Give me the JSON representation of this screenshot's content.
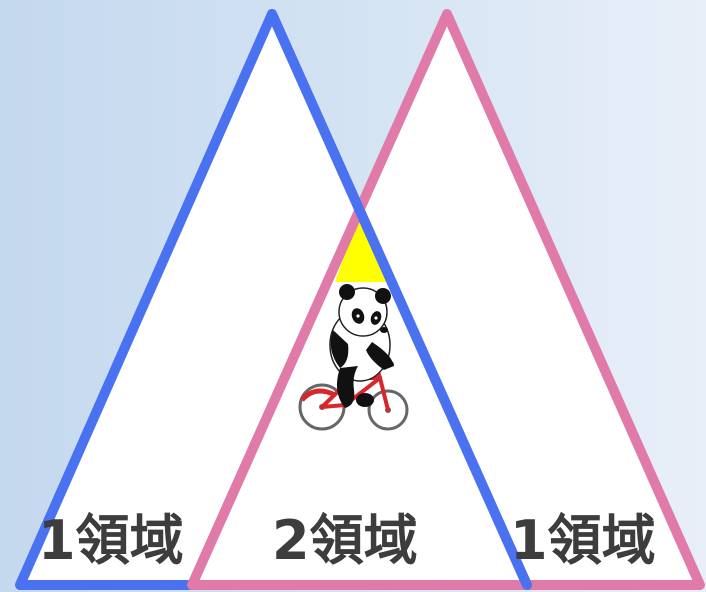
{
  "diagram": {
    "labels": {
      "left": "1領域",
      "middle": "2領域",
      "right": "1領域"
    },
    "colors": {
      "left_triangle_stroke": "#4a72f0",
      "right_triangle_stroke": "#e07aa8",
      "overlap_apex_fill": "#ffff00",
      "label_text": "#3d3d3d",
      "bicycle": "#d9262b"
    },
    "illustration": "panda-riding-bicycle"
  }
}
